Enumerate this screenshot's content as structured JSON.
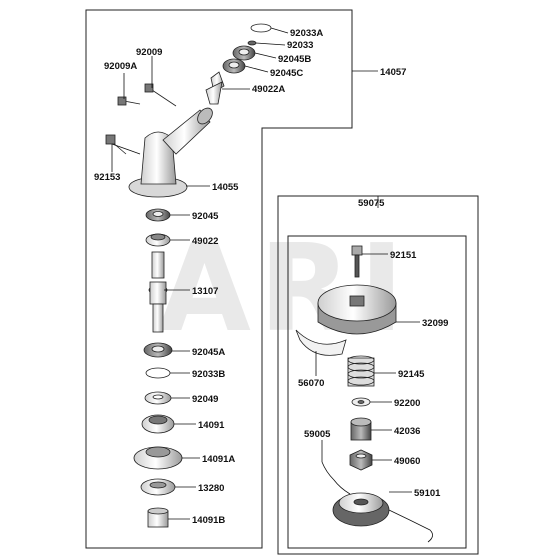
{
  "watermark": "ARI",
  "labels": {
    "p92033A": "92033A",
    "p92033": "92033",
    "p92045B": "92045B",
    "p92045C": "92045C",
    "p49022A": "49022A",
    "p14057": "14057",
    "p92009": "92009",
    "p92009A": "92009A",
    "p92153": "92153",
    "p14055": "14055",
    "p92045": "92045",
    "p49022": "49022",
    "p13107": "13107",
    "p92045A": "92045A",
    "p92033B": "92033B",
    "p92049": "92049",
    "p14091": "14091",
    "p14091A": "14091A",
    "p13280": "13280",
    "p14091B": "14091B",
    "p59075": "59075",
    "p92151": "92151",
    "p32099": "32099",
    "p56070": "56070",
    "p92145": "92145",
    "p92200": "92200",
    "p59005": "59005",
    "p42036": "42036",
    "p49060": "49060",
    "p59101": "59101"
  }
}
